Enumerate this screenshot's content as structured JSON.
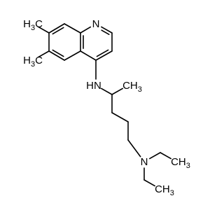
{
  "molecule": {
    "atoms": [
      {
        "id": "a1",
        "label": ""
      },
      {
        "id": "a2",
        "label": "N"
      },
      {
        "id": "a3",
        "label": ""
      },
      {
        "id": "a4",
        "label": ""
      },
      {
        "id": "a5",
        "label": ""
      },
      {
        "id": "a6",
        "label": ""
      },
      {
        "id": "a7",
        "label": ""
      },
      {
        "id": "a8",
        "label": ""
      },
      {
        "id": "a9",
        "label": ""
      },
      {
        "id": "a10",
        "label": ""
      },
      {
        "id": "a11",
        "label": "H3C"
      },
      {
        "id": "a12",
        "label": "H3C"
      },
      {
        "id": "a13",
        "label": "HN"
      },
      {
        "id": "a14",
        "label": ""
      },
      {
        "id": "a15",
        "label": "CH3"
      },
      {
        "id": "a16",
        "label": ""
      },
      {
        "id": "a17",
        "label": ""
      },
      {
        "id": "a18",
        "label": ""
      },
      {
        "id": "a19",
        "label": "N"
      },
      {
        "id": "a20",
        "label": ""
      },
      {
        "id": "a21",
        "label": "CH3"
      },
      {
        "id": "a22",
        "label": ""
      },
      {
        "id": "a23",
        "label": "CH3"
      }
    ],
    "bonds": [
      {
        "from": "a1",
        "to": "a2",
        "order": 1
      },
      {
        "from": "a2",
        "to": "a3",
        "order": 2
      },
      {
        "from": "a3",
        "to": "a4",
        "order": 1
      },
      {
        "from": "a4",
        "to": "a5",
        "order": 2
      },
      {
        "from": "a5",
        "to": "a6",
        "order": 1
      },
      {
        "from": "a6",
        "to": "a1",
        "order": 2
      },
      {
        "from": "a6",
        "to": "a7",
        "order": 1
      },
      {
        "from": "a7",
        "to": "a8",
        "order": 2
      },
      {
        "from": "a8",
        "to": "a9",
        "order": 1
      },
      {
        "from": "a9",
        "to": "a10",
        "order": 2
      },
      {
        "from": "a10",
        "to": "a1",
        "order": 1
      },
      {
        "from": "a9",
        "to": "a11",
        "order": 1
      },
      {
        "from": "a8",
        "to": "a12",
        "order": 1
      },
      {
        "from": "a5",
        "to": "a13",
        "order": 1
      },
      {
        "from": "a13",
        "to": "a14",
        "order": 1
      },
      {
        "from": "a14",
        "to": "a15",
        "order": 1
      },
      {
        "from": "a14",
        "to": "a16",
        "order": 1
      },
      {
        "from": "a16",
        "to": "a17",
        "order": 1
      },
      {
        "from": "a17",
        "to": "a18",
        "order": 1
      },
      {
        "from": "a18",
        "to": "a19",
        "order": 1
      },
      {
        "from": "a19",
        "to": "a20",
        "order": 1
      },
      {
        "from": "a20",
        "to": "a21",
        "order": 1
      },
      {
        "from": "a19",
        "to": "a22",
        "order": 1
      },
      {
        "from": "a22",
        "to": "a23",
        "order": 1
      }
    ],
    "colors": {
      "bond": "#000000",
      "text": "#000000",
      "background": "#ffffff"
    }
  }
}
